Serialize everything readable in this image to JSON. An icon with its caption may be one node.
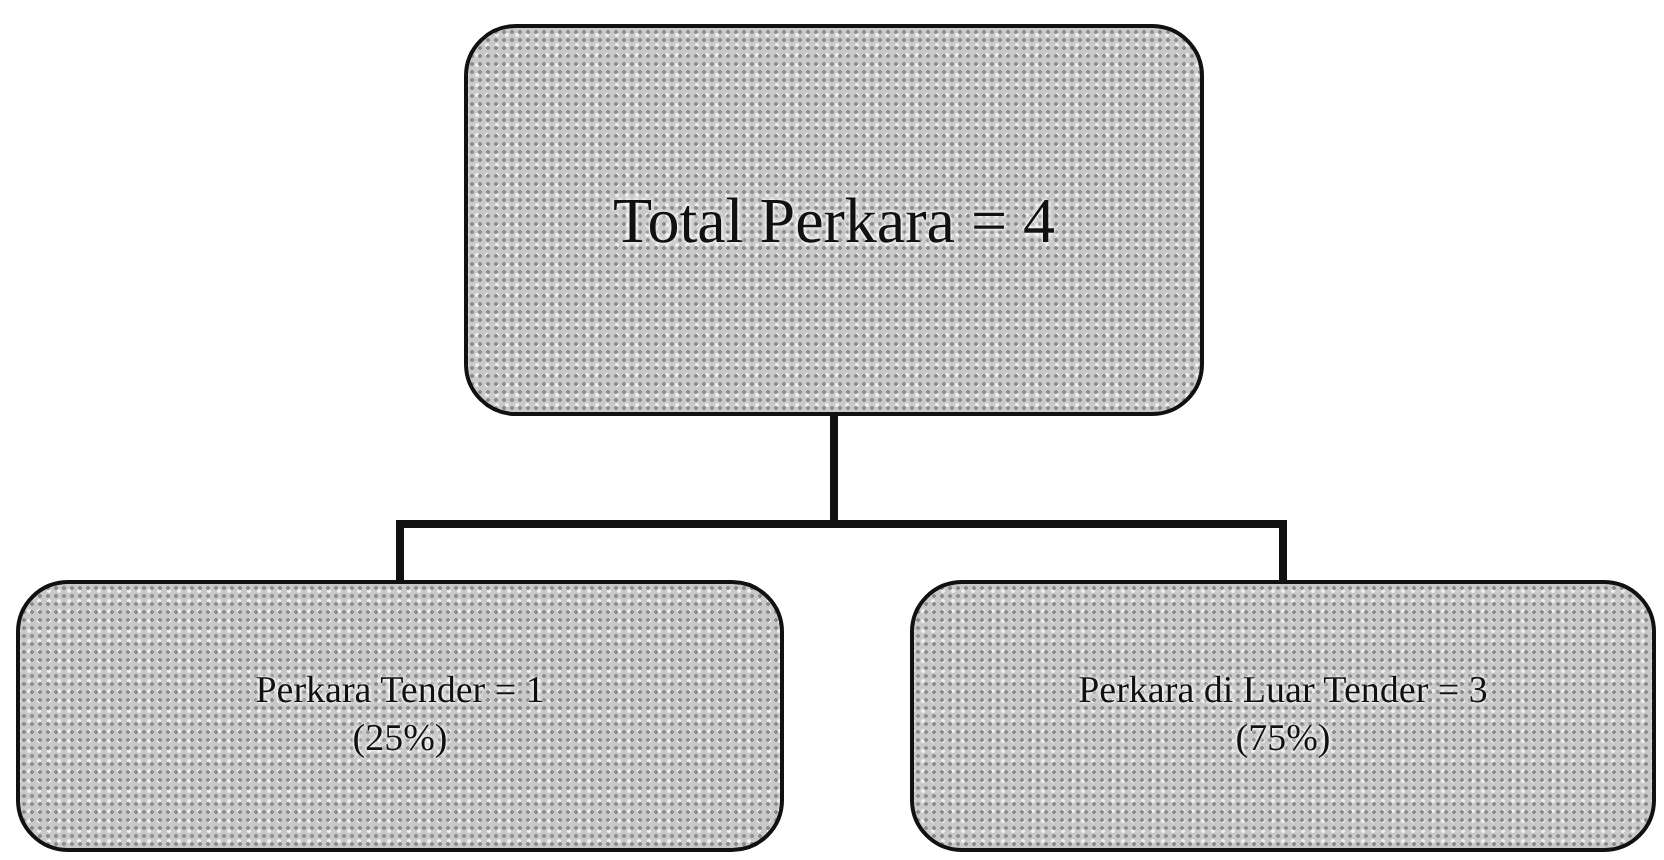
{
  "diagram": {
    "nodes": [
      {
        "text": [
          "Total Perkara = 4"
        ]
      },
      {
        "text": [
          "Perkara Tender = 1 (25%)"
        ]
      },
      {
        "text": [
          "Perkara di Luar Tender = 3 (75%)"
        ]
      }
    ],
    "edges": [
      {
        "from": 0,
        "to": 1,
        "arrow": "none"
      },
      {
        "from": 0,
        "to": 2,
        "arrow": "none"
      }
    ]
  }
}
